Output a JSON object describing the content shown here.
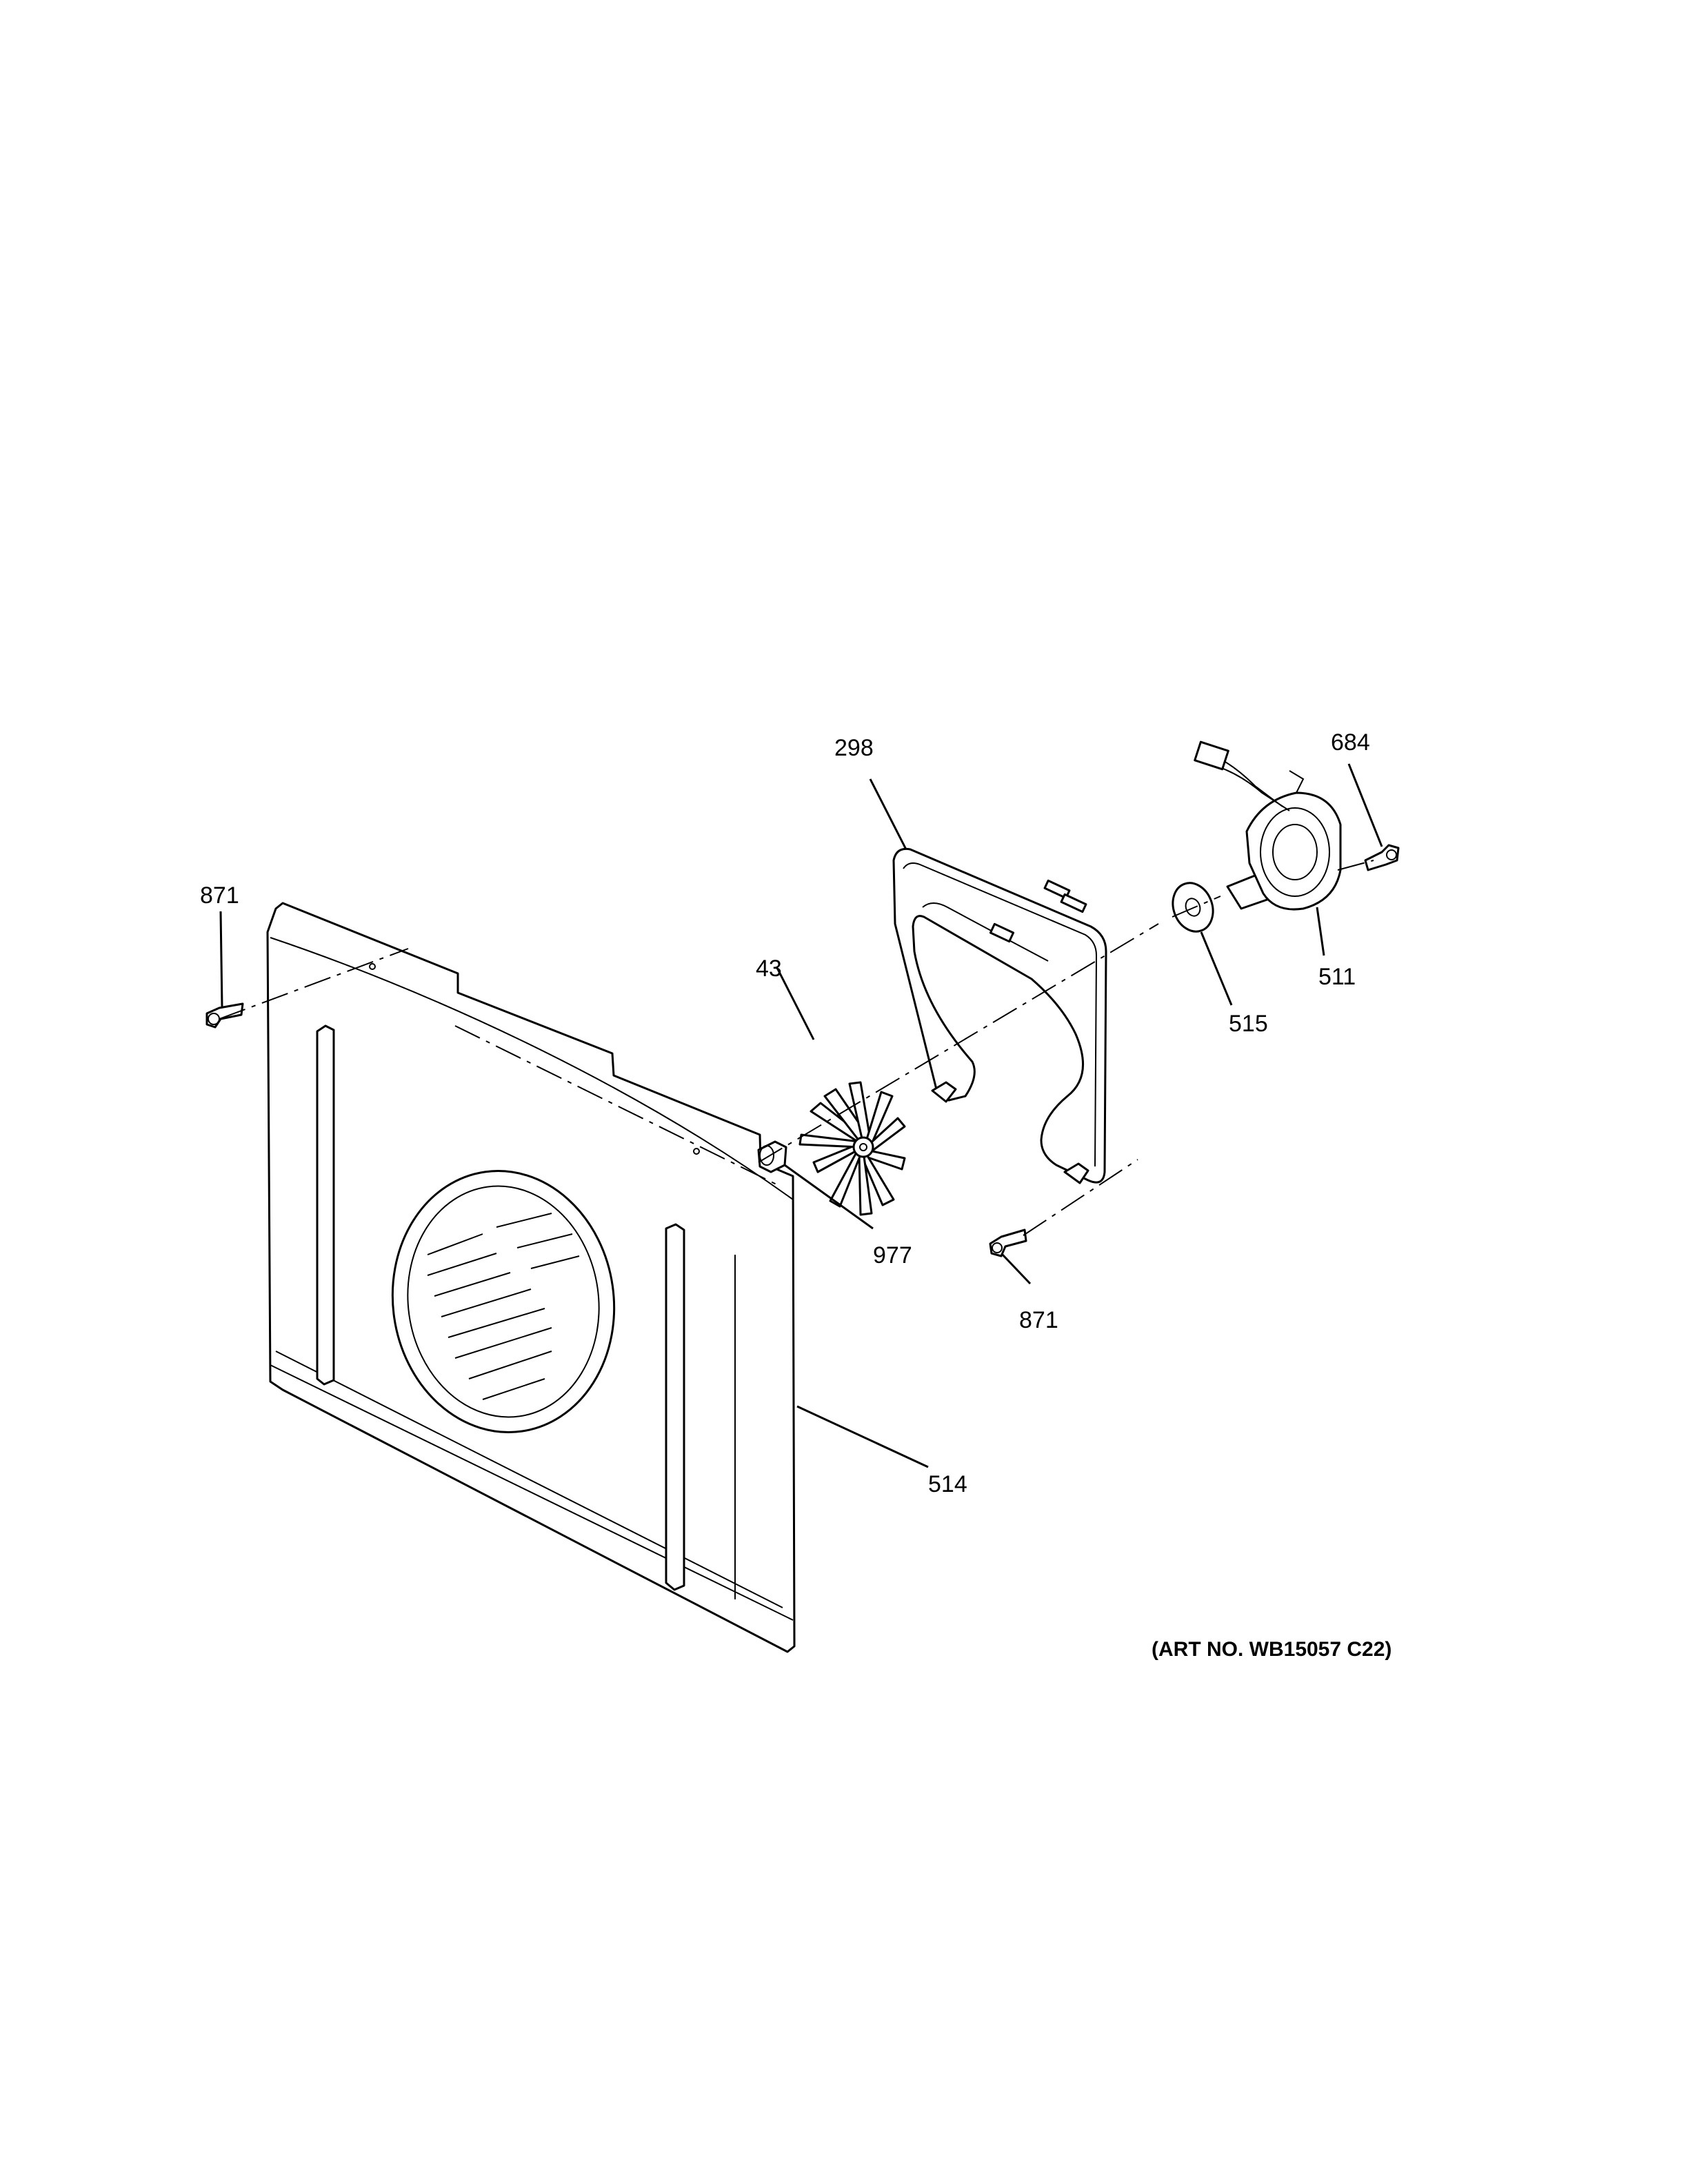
{
  "diagram": {
    "callouts": [
      {
        "id": "871a",
        "label": "871"
      },
      {
        "id": "298",
        "label": "298"
      },
      {
        "id": "684",
        "label": "684"
      },
      {
        "id": "43",
        "label": "43"
      },
      {
        "id": "511",
        "label": "511"
      },
      {
        "id": "515",
        "label": "515"
      },
      {
        "id": "977",
        "label": "977"
      },
      {
        "id": "871b",
        "label": "871"
      },
      {
        "id": "514",
        "label": "514"
      }
    ],
    "art_number": "(ART NO. WB15057 C22)"
  }
}
